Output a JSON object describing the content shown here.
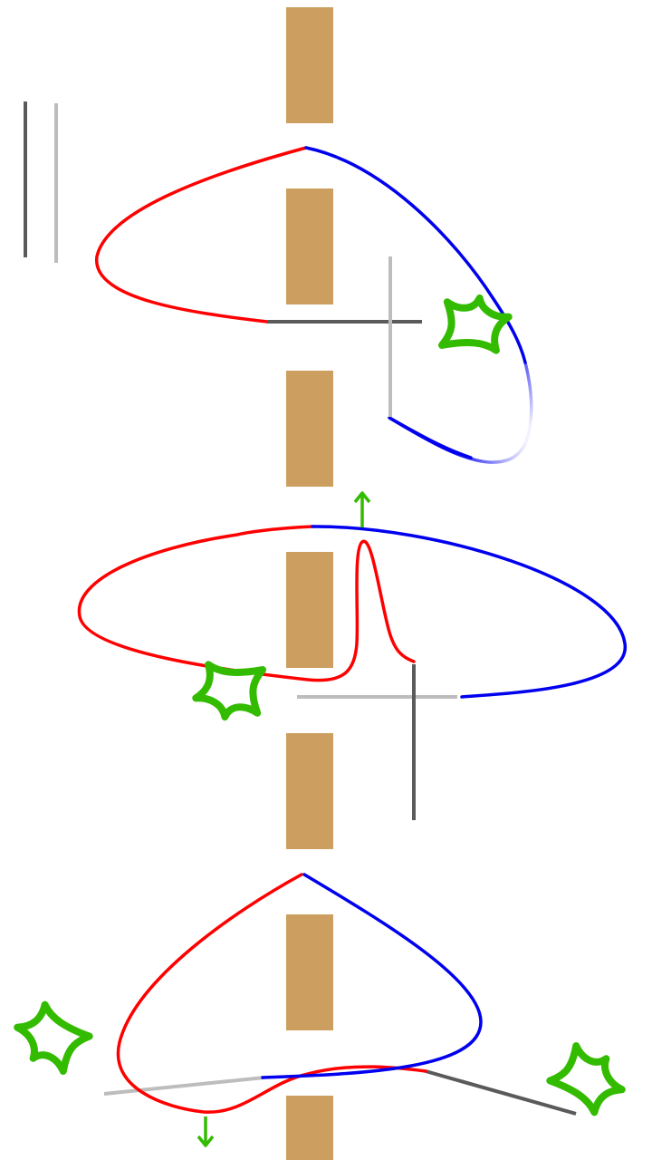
{
  "colors": {
    "background": "#ffffff",
    "post": "#cc9e5f",
    "curve_red": "#ff0000",
    "curve_blue": "#0000ee",
    "line_dark": "#5a5a5a",
    "line_light": "#bdbdbd",
    "accent_green": "#33bb00"
  },
  "icons": {
    "star": "four-point-star-icon",
    "arrow_up": "arrow-up-icon",
    "arrow_down": "arrow-down-icon"
  },
  "panels": [
    {
      "name": "panel-top",
      "stars": 1,
      "arrows": []
    },
    {
      "name": "panel-middle",
      "stars": 1,
      "arrows": [
        "up"
      ]
    },
    {
      "name": "panel-bottom",
      "stars": 2,
      "arrows": [
        "down"
      ]
    }
  ]
}
